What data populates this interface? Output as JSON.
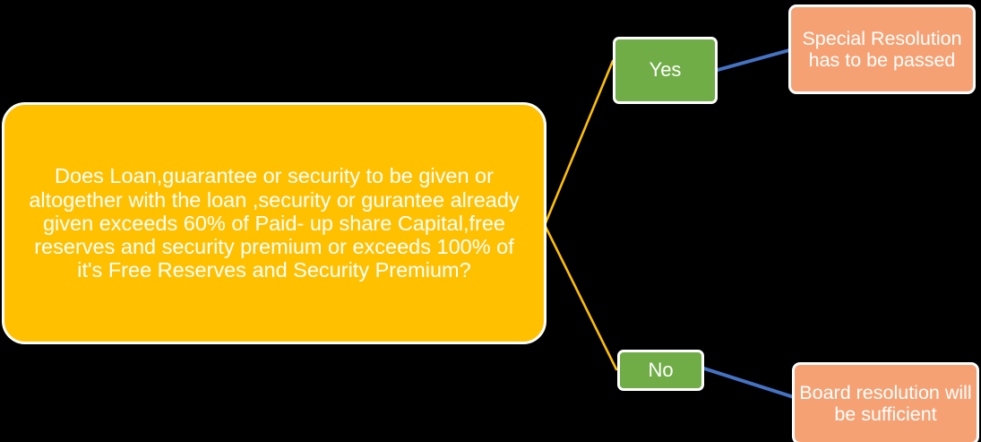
{
  "diagram": {
    "type": "decision-flowchart",
    "background_color": "#000000",
    "decision": {
      "id": "decision",
      "text": "Does Loan,guarantee or security to be  given or altogether with the loan ,security or gurantee already given exceeds 60% of  Paid- up share Capital,free reserves  and security premium or exceeds 100% of it's Free Reserves and Security Premium?",
      "fill_color": "#FFC000",
      "text_color": "#FFFFFF",
      "border_color": "#FFFFFF"
    },
    "branches": [
      {
        "id": "yes",
        "label": "Yes",
        "fill_color": "#70AD47",
        "text_color": "#FFFFFF",
        "border_color": "#FFFFFF"
      },
      {
        "id": "no",
        "label": "No",
        "fill_color": "#70AD47",
        "text_color": "#FFFFFF",
        "border_color": "#FFFFFF"
      }
    ],
    "outcomes": [
      {
        "id": "outcome-yes",
        "text": "Special Resolution has to be passed",
        "fill_color": "#F5A173",
        "text_color": "#FFFFFF",
        "border_color": "#FFFFFF"
      },
      {
        "id": "outcome-no",
        "text": "Board resolution will be sufficient",
        "fill_color": "#F5A173",
        "text_color": "#FFFFFF",
        "border_color": "#FFFFFF"
      }
    ],
    "connectors": [
      {
        "id": "decision-to-yes",
        "from": "decision",
        "to": "yes",
        "color": "#FFC000",
        "style": "straight"
      },
      {
        "id": "decision-to-no",
        "from": "decision",
        "to": "no",
        "color": "#FFC000",
        "style": "straight"
      },
      {
        "id": "yes-to-outcome",
        "from": "yes",
        "to": "outcome-yes",
        "color": "#4472C4",
        "style": "straight"
      },
      {
        "id": "no-to-outcome",
        "from": "no",
        "to": "outcome-no",
        "color": "#4472C4",
        "style": "straight"
      }
    ]
  }
}
